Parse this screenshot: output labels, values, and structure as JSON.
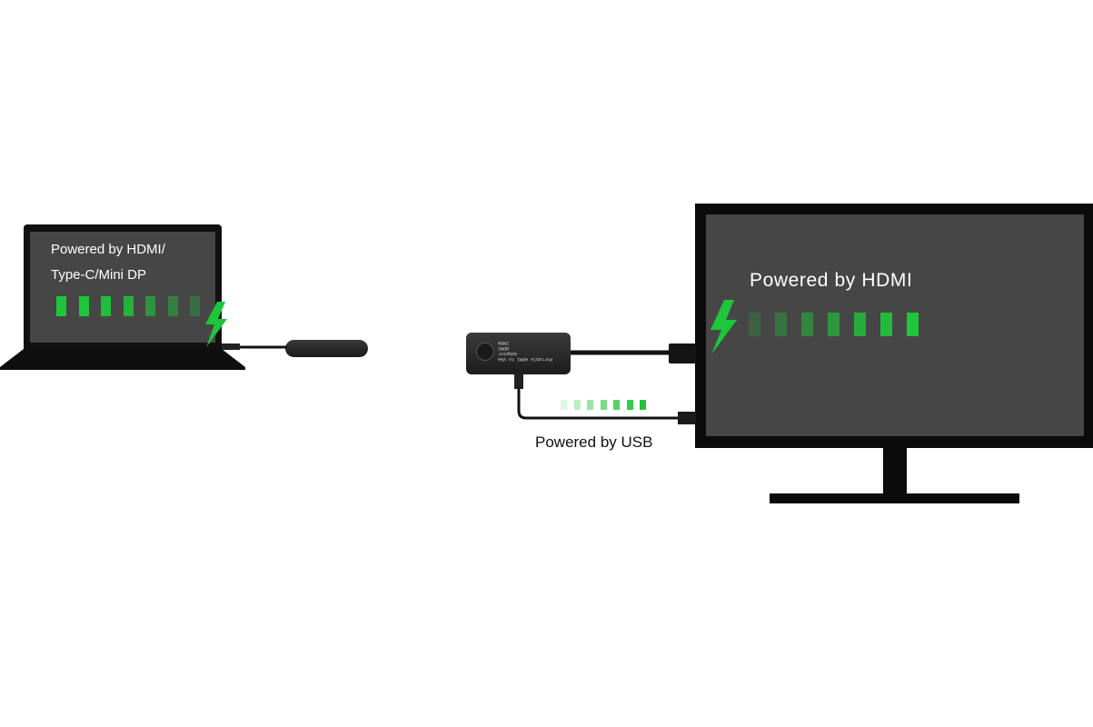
{
  "laptop": {
    "label_line1": "Powered by HDMI/",
    "label_line2": "Type-C/Mini DP",
    "level_bars": [
      1.0,
      1.0,
      0.95,
      0.85,
      0.6,
      0.45,
      0.3
    ]
  },
  "converter": {
    "print_line1": "Portable HDMI to VGA Adapter",
    "print_line2": "HDMI",
    "brand": "IMOH"
  },
  "monitor": {
    "label": "Powered by HDMI",
    "level_bars": [
      0.2,
      0.35,
      0.5,
      0.65,
      0.8,
      0.9,
      1.0
    ]
  },
  "usb": {
    "label": "Powered by USB",
    "level_bars": [
      0.15,
      0.3,
      0.45,
      0.6,
      0.75,
      0.9,
      1.0
    ]
  },
  "colors": {
    "accent_green": "#1ec63a",
    "screen_gray": "#474647",
    "device_black": "#0b0b0b"
  },
  "icons": [
    "lightning-bolt-icon",
    "lightning-bolt-icon"
  ]
}
